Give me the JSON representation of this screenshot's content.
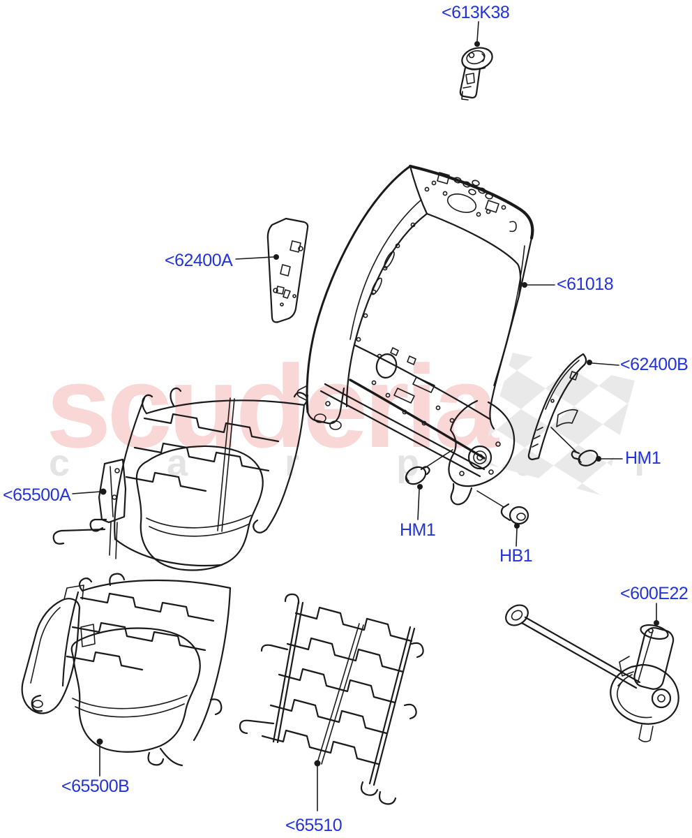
{
  "watermark": {
    "line1": "scuderia",
    "line2": "c a r  p a r t s",
    "line1_color": "#f9d7d7",
    "line2_color": "#e4e4e4",
    "checker_color": "#e9e9e9"
  },
  "colors": {
    "label_blue": "#2233dd",
    "line_black": "#1a1a1a",
    "background": "#ffffff"
  },
  "labels": {
    "l613k38": {
      "text": "<613K38"
    },
    "l62400a": {
      "text": "<62400A"
    },
    "l61018": {
      "text": "<61018"
    },
    "l62400b": {
      "text": "<62400B"
    },
    "lhm1_bracket": {
      "text": "HM1"
    },
    "l65500a": {
      "text": "<65500A"
    },
    "lhm1_frame": {
      "text": "HM1"
    },
    "lhb1": {
      "text": "HB1"
    },
    "l600e22": {
      "text": "<600E22"
    },
    "l65500b": {
      "text": "<65500B"
    },
    "l65510": {
      "text": "<65510"
    }
  }
}
